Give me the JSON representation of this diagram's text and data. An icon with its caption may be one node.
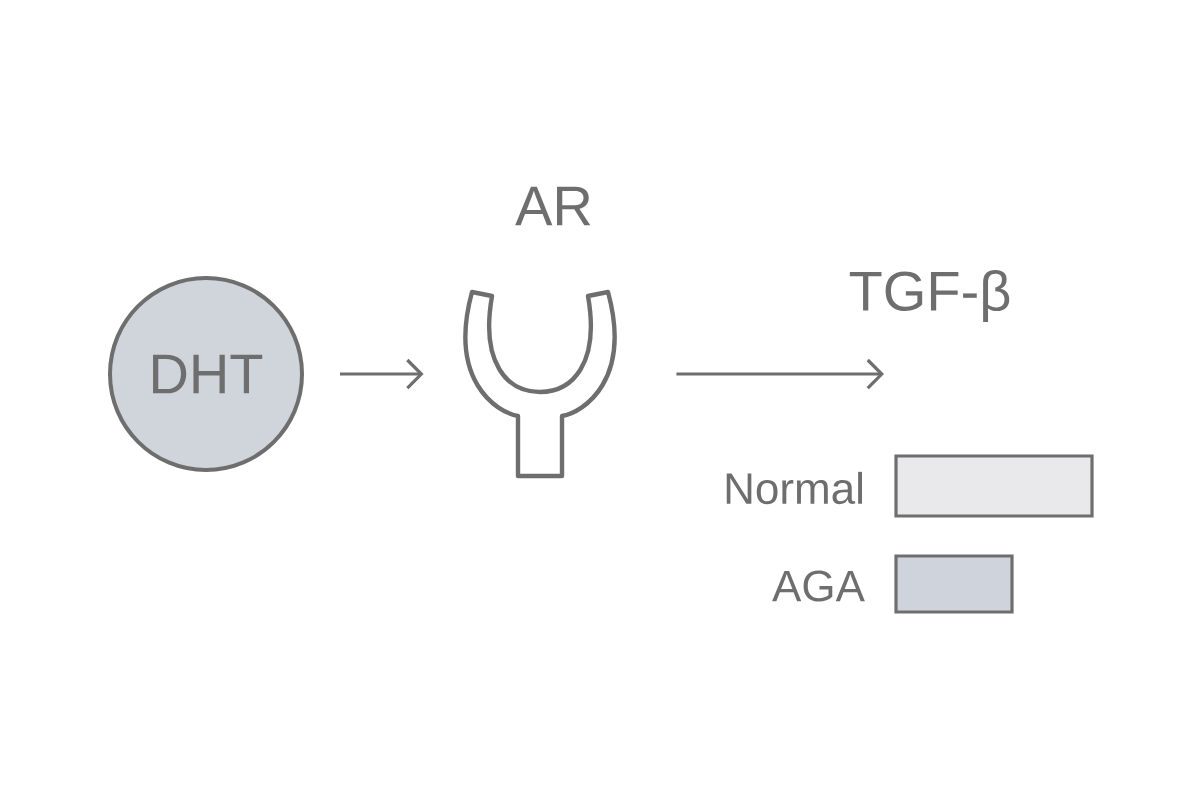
{
  "diagram": {
    "nodes": [
      {
        "text": [
          "DHT"
        ]
      },
      {
        "text": [
          "AR"
        ]
      },
      {
        "text": [
          "TGF-β"
        ]
      },
      {
        "text": [
          "Normal"
        ]
      },
      {
        "text": [
          "AGA"
        ]
      }
    ],
    "edges": [
      {
        "from": 0,
        "to": 1,
        "arrow": "to"
      },
      {
        "from": 1,
        "to": 2,
        "arrow": "to"
      }
    ]
  }
}
